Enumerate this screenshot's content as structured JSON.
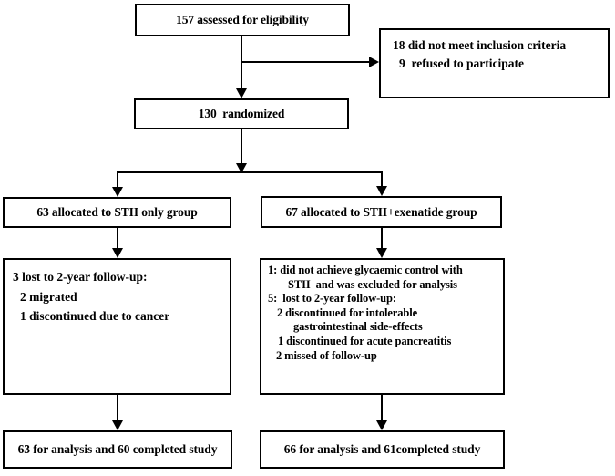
{
  "diagram": {
    "type": "flowchart",
    "colors": {
      "line": "#000000",
      "background": "#ffffff"
    },
    "boxes": {
      "eligibility": {
        "text": "157 assessed for eligibility"
      },
      "exclusion": {
        "lines": [
          "18 did not meet inclusion criteria",
          "9  refused to participate"
        ]
      },
      "randomized": {
        "text": "130  randomized"
      },
      "alloc_left": {
        "text": "63 allocated to STII only group"
      },
      "alloc_right": {
        "text": "67 allocated to STII+exenatide group"
      },
      "followup_left": {
        "lines": [
          "3 lost to 2-year follow-up:",
          "2 migrated",
          "1 discontinued due to cancer"
        ]
      },
      "followup_right": {
        "lines": [
          "1: did not achieve glycaemic control with",
          "STII  and was excluded for analysis",
          "5:  lost to 2-year follow-up:",
          "2 discontinued for intolerable",
          "gastrointestinal side-effects",
          "1 discontinued for acute pancreatitis",
          "2 missed of follow-up"
        ]
      },
      "final_left": {
        "text": "63 for analysis and 60 completed study"
      },
      "final_right": {
        "text": "66 for analysis and 61completed study"
      }
    }
  }
}
